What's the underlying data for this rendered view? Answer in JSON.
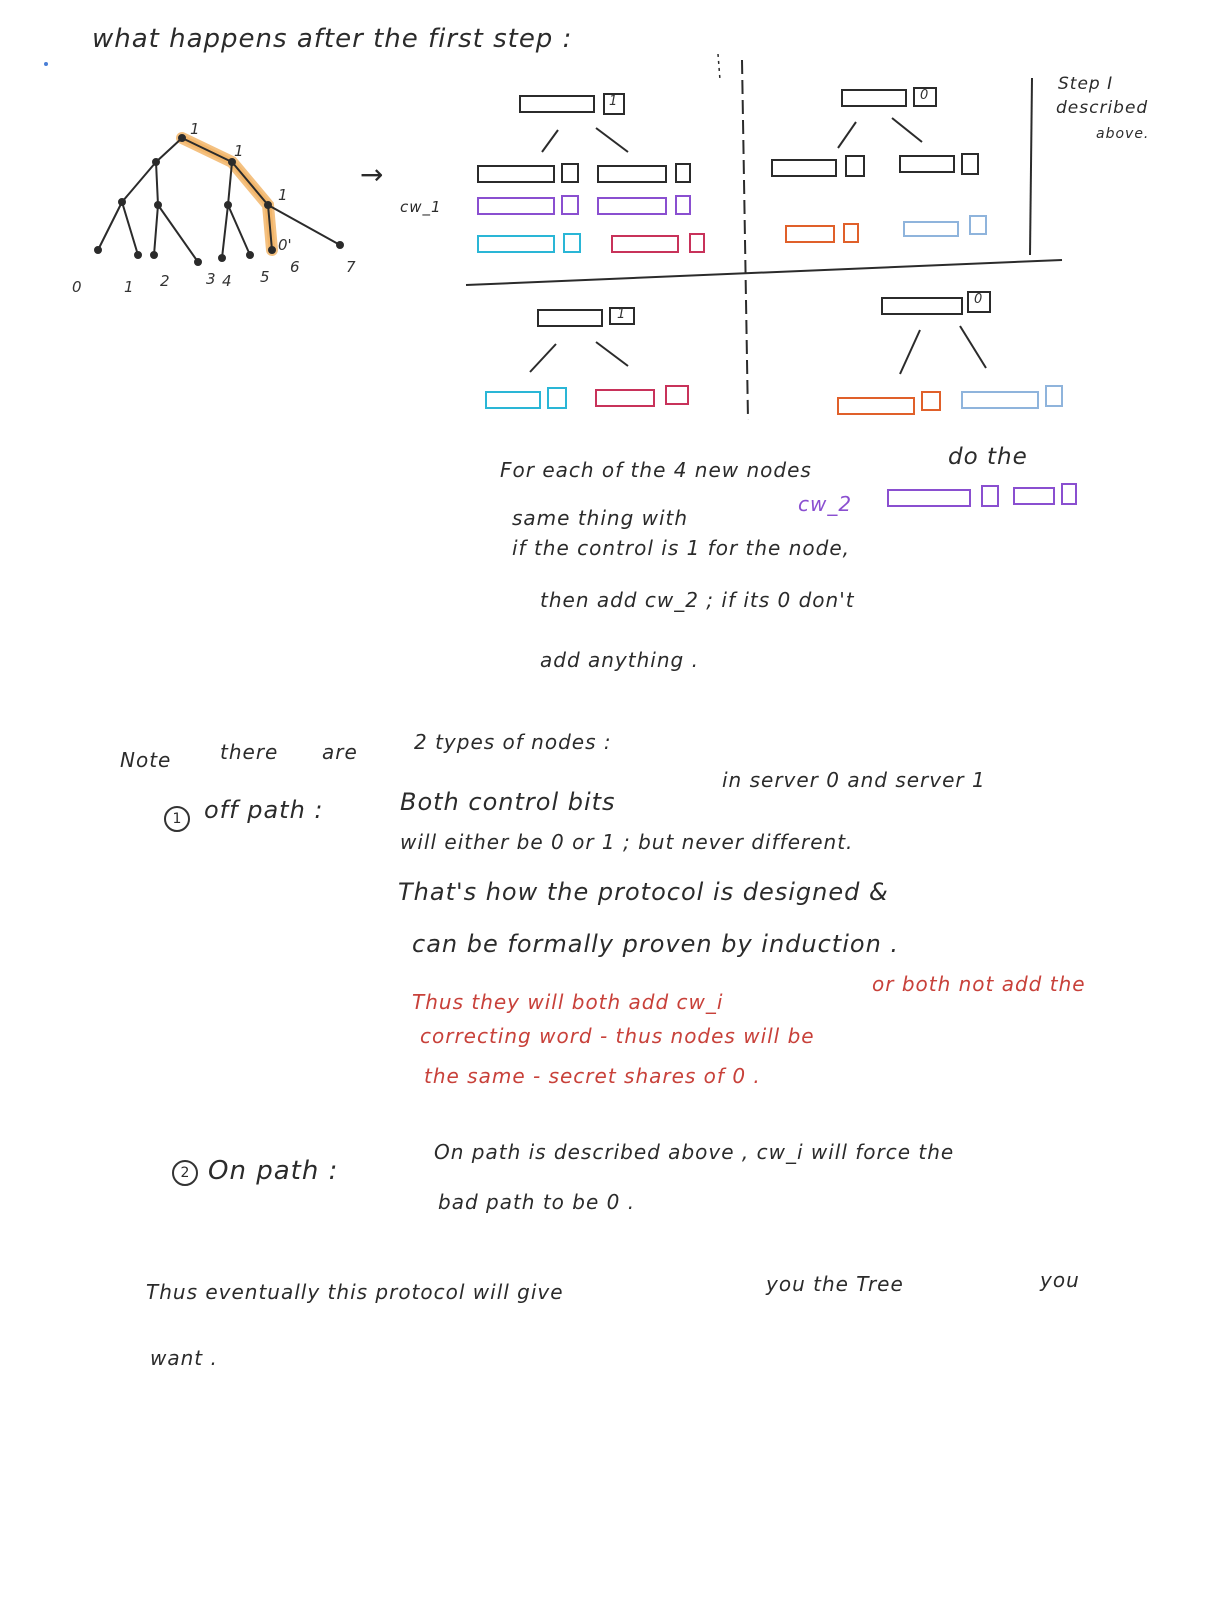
{
  "header": {
    "title": "what happens after the first step :"
  },
  "tree": {
    "root_bit": "1",
    "mid_bit": "1",
    "low_bit": "1",
    "leaf_bit": "0'",
    "leaf_labels": [
      "0",
      "1",
      "2",
      "3",
      "4",
      "5",
      "6",
      "7"
    ]
  },
  "arrow": "→",
  "cw1_label": "cw_1",
  "quadrants": {
    "q1_bit": "1",
    "q2_bit": "0",
    "q3_bit": "1",
    "q4_bit": "0"
  },
  "step_note": {
    "line1": "Step I",
    "line2": "described",
    "line3": "above."
  },
  "para1": {
    "line1a": "For each of the 4 new nodes",
    "line1b": "do the",
    "line2a": "same thing with",
    "line2b": "cw_2",
    "line3": "if the control is 1 for the node,",
    "line4": "then add cw_2 ; if its 0 don't",
    "line5": "add anything ."
  },
  "note": {
    "intro_a": "Note",
    "intro_b": "there",
    "intro_c": "are",
    "intro_d": "2 types of nodes :",
    "item1_num": "1",
    "item1_head": "off path :",
    "item1_l1a": "Both control bits",
    "item1_l1b": "in server 0 and server 1",
    "item1_l2": "will either be 0 or 1 ; but never different.",
    "item1_l3": "That's how the protocol is designed &",
    "item1_l4": "can be formally proven by induction .",
    "red_l1a": "Thus they will both add cw_i",
    "red_l1b": "or both not add the",
    "red_l2": "correcting word - thus nodes will be",
    "red_l3": "the same - secret shares of 0 .",
    "item2_num": "2",
    "item2_head": "On path :",
    "item2_l1": "On path is described above , cw_i will force the",
    "item2_l2": "bad path to be 0 ."
  },
  "conclusion": {
    "line1a": "Thus eventually this protocol will give",
    "line1b": "you the Tree",
    "line1c": "you",
    "line2": "want ."
  },
  "colors": {
    "ink": "#2b2b2b",
    "highlight": "#f2b66b",
    "purple": "#8a4fd0",
    "cyan": "#2ab6d6",
    "crimson": "#c8325a",
    "orange": "#e0602a",
    "lightblue": "#8fb4dc",
    "red_ink": "#c8413a"
  }
}
